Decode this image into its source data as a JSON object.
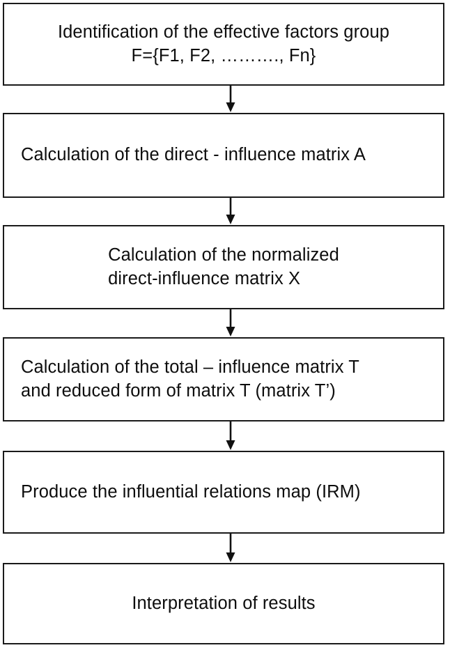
{
  "diagram": {
    "title": "DEMATEL methodology flowchart",
    "orientation": "vertical-top-to-bottom",
    "colors": {
      "box_border": "#1a1a1a",
      "box_fill": "#ffffff",
      "text": "#0d0d0d",
      "arrow": "#111111",
      "background": "#ffffff"
    },
    "steps": [
      {
        "id": "step-1",
        "name": "identification-of-effective-factors",
        "text": "Identification of the effective factors group\nF={F1, F2, ………., Fn}",
        "align": "center"
      },
      {
        "id": "step-2",
        "name": "calculation-direct-influence-matrix",
        "text": "Calculation of the direct - influence matrix A",
        "align": "left"
      },
      {
        "id": "step-3",
        "name": "calculation-normalized-direct-influence-matrix",
        "text": "Calculation of the normalized\ndirect-influence matrix X",
        "align": "block"
      },
      {
        "id": "step-4",
        "name": "calculation-total-influence-matrix",
        "text": "Calculation of the total – influence matrix T\nand reduced form of matrix T (matrix T’)",
        "align": "left"
      },
      {
        "id": "step-5",
        "name": "produce-influential-relations-map",
        "text": "Produce the influential relations map (IRM)",
        "align": "left"
      },
      {
        "id": "step-6",
        "name": "interpretation-of-results",
        "text": "Interpretation of results",
        "align": "center"
      }
    ],
    "connectors": [
      {
        "id": "arrow-1",
        "name": "arrow-step1-to-step2",
        "from": "step-1",
        "to": "step-2",
        "style": "solid-line-filled-arrowhead"
      },
      {
        "id": "arrow-2",
        "name": "arrow-step2-to-step3",
        "from": "step-2",
        "to": "step-3",
        "style": "solid-line-filled-arrowhead"
      },
      {
        "id": "arrow-3",
        "name": "arrow-step3-to-step4",
        "from": "step-3",
        "to": "step-4",
        "style": "solid-line-filled-arrowhead"
      },
      {
        "id": "arrow-4",
        "name": "arrow-step4-to-step5",
        "from": "step-4",
        "to": "step-5",
        "style": "solid-line-filled-arrowhead"
      },
      {
        "id": "arrow-5",
        "name": "arrow-step5-to-step6",
        "from": "step-5",
        "to": "step-6",
        "style": "solid-line-filled-arrowhead"
      }
    ]
  }
}
